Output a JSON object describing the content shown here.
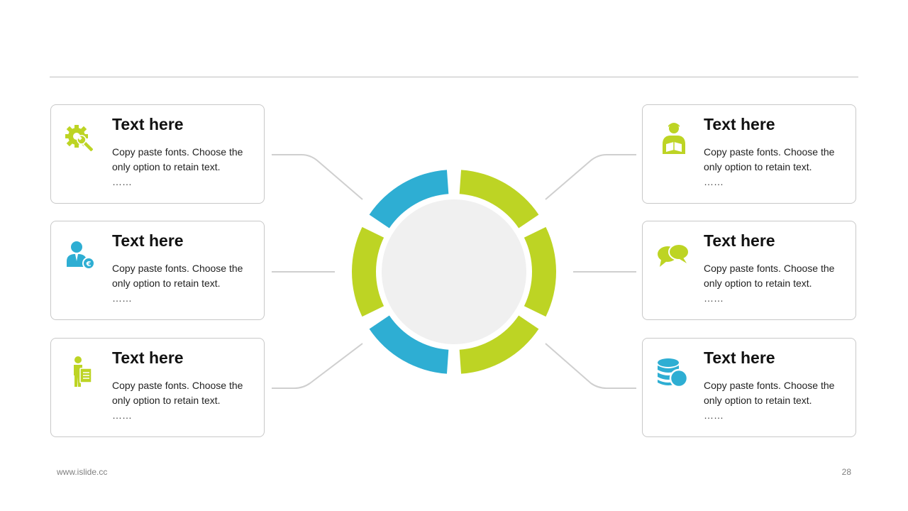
{
  "colors": {
    "green": "#BDD424",
    "blue": "#2EAED3",
    "center": "#F0F0F0",
    "line": "#CFCFCF"
  },
  "cards": [
    {
      "title": "Text here",
      "body": "Copy paste fonts. Choose the only option to retain text.",
      "dots": "……",
      "icon": "gear-wrench-icon",
      "icon_color": "green"
    },
    {
      "title": "Text here",
      "body": "Copy paste fonts. Choose the only option to retain text.",
      "dots": "……",
      "icon": "businessman-euro-icon",
      "icon_color": "blue"
    },
    {
      "title": "Text here",
      "body": "Copy paste fonts. Choose the only option to retain text.",
      "dots": "……",
      "icon": "person-document-icon",
      "icon_color": "green"
    },
    {
      "title": "Text here",
      "body": "Copy paste fonts. Choose the only option to retain text.",
      "dots": "……",
      "icon": "reader-book-icon",
      "icon_color": "green"
    },
    {
      "title": "Text here",
      "body": "Copy paste fonts. Choose the only option to retain text.",
      "dots": "……",
      "icon": "chat-bubbles-icon",
      "icon_color": "green"
    },
    {
      "title": "Text here",
      "body": "Copy paste fonts. Choose the only option to retain text.",
      "dots": "……",
      "icon": "coins-stack-icon",
      "icon_color": "blue"
    }
  ],
  "ring_segments": [
    "green",
    "green",
    "green",
    "blue",
    "green",
    "blue"
  ],
  "footer": {
    "url": "www.islide.cc",
    "page": "28"
  }
}
